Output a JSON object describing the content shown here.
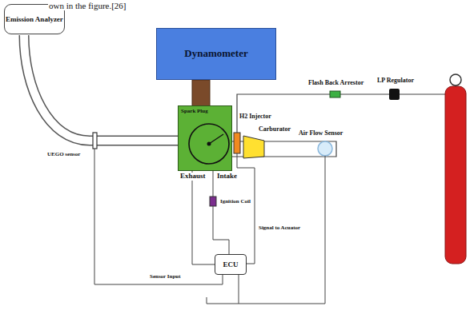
{
  "diagram": {
    "nodes": [
      {
        "text": [
          "Emission Analyzer"
        ]
      },
      {
        "text": [
          "Dynamometer"
        ]
      },
      {
        "text": [
          "Spark Plug"
        ]
      },
      {
        "text": [
          "ECU"
        ]
      }
    ],
    "edges": [
      {
        "from": 3,
        "to": 2,
        "arrow": "none"
      }
    ],
    "labels": [
      "own in the figure.[26]",
      "Exhaust",
      "Intake",
      "UEGO sensor",
      "H2 Injector",
      "Carburator",
      "Flash Back Arrestor",
      "LP Regulator",
      "Air Flow Sensor",
      "Ignition Coil",
      "Signal to Acuator",
      "Sensor Input"
    ]
  }
}
